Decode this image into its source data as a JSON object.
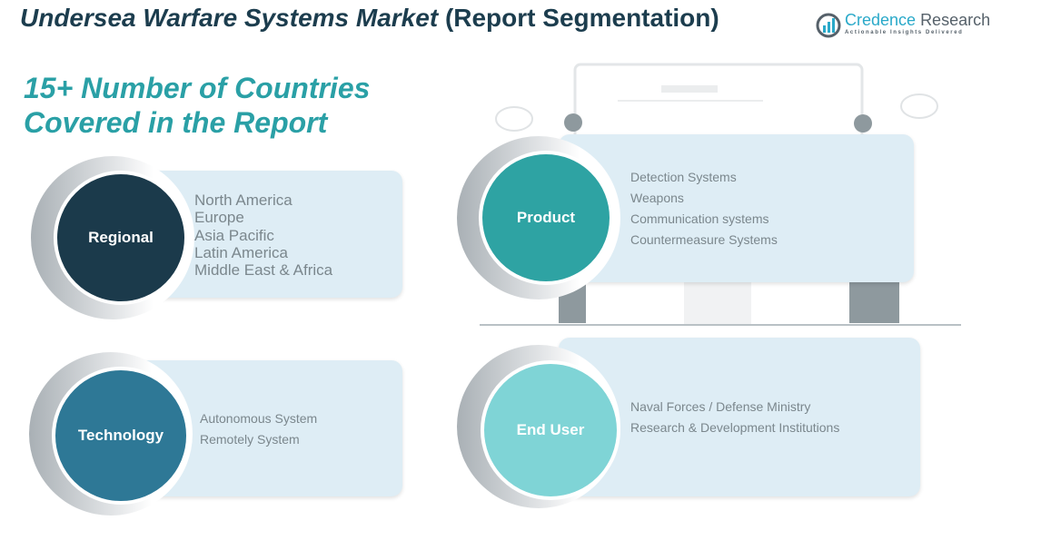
{
  "header": {
    "title_italic": "Undersea Warfare Systems Market",
    "title_rest": "(Report Segmentation)"
  },
  "logo": {
    "name_a": "Credence",
    "name_b": "Research",
    "tagline": "Actionable Insights Delivered"
  },
  "subtitle": {
    "line1": "15+ Number of Countries",
    "line2": "Covered in the Report"
  },
  "segments": {
    "regional": {
      "label": "Regional",
      "color": "#1b3a4b",
      "items": [
        "North America",
        "Europe",
        "Asia Pacific",
        "Latin America",
        "Middle East & Africa"
      ]
    },
    "technology": {
      "label": "Technology",
      "color": "#2e7896",
      "items": [
        "Autonomous System",
        "Remotely System"
      ]
    },
    "product": {
      "label": "Product",
      "color": "#2ea3a3",
      "items": [
        "Detection Systems",
        "Weapons",
        "Communication systems",
        "Countermeasure Systems"
      ]
    },
    "end_user": {
      "label": "End User",
      "color": "#7fd4d6",
      "items": [
        "Naval Forces / Defense Ministry",
        "Research & Development Institutions"
      ]
    }
  }
}
